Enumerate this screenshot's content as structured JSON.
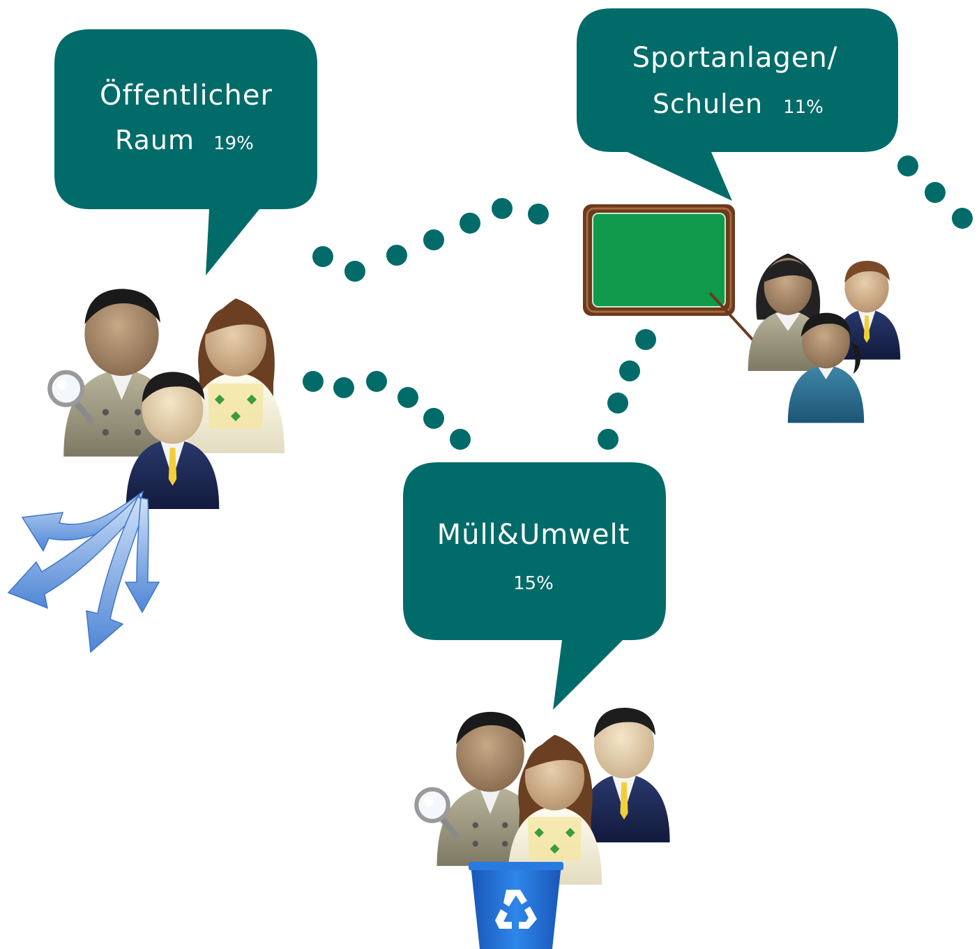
{
  "colors": {
    "bubble": "#006b69",
    "dots": "#006b69",
    "board_frame": "#6b3a1e",
    "board_surface": "#0f9a4c",
    "recycle_bin": "#1f6fd1",
    "arrows": "#5b95e0"
  },
  "bubbles": {
    "public_space": {
      "line1": "Öffentlicher",
      "line2_label": "Raum",
      "line2_value": "19%"
    },
    "sports_schools": {
      "line1": "Sportanlagen/",
      "line2_label": "Schulen",
      "line2_value": "11%"
    },
    "waste_environment": {
      "line1": "Müll&Umwelt",
      "value": "15%"
    }
  },
  "icons": [
    "people-group-icon",
    "magnifier-icon",
    "chalkboard-icon",
    "recycle-bin-icon",
    "branching-arrows-icon"
  ]
}
